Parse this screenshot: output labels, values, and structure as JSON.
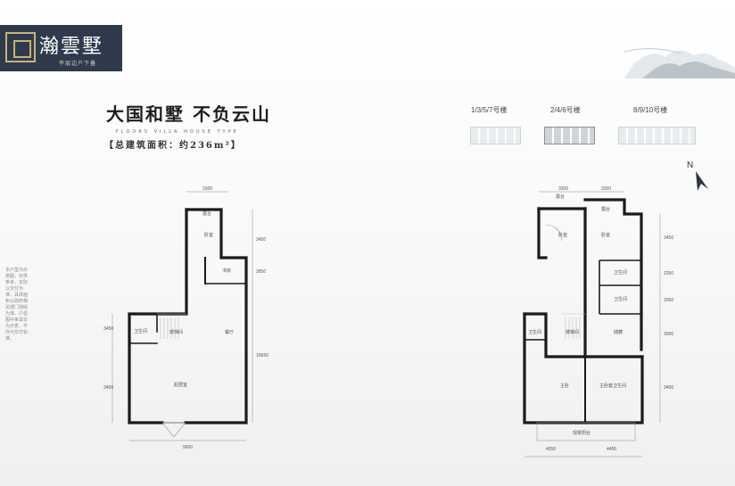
{
  "logo": {
    "brand": "瀚雲墅",
    "tagline": "平层边户下叠"
  },
  "headline": {
    "title": "大国和墅  不负云山",
    "sub_en": "FLOORS VILLA   HOUSE TYPE",
    "area": "【总建筑面积：约236m²】"
  },
  "buildings": [
    {
      "label": "1/3/5/7号楼",
      "active": false
    },
    {
      "label": "2/4/6号楼",
      "active": true
    },
    {
      "label": "8/9/10号楼",
      "active": false
    }
  ],
  "north": "N",
  "left_plan": {
    "rooms": {
      "balcony": "露台",
      "bedroom": "卧室",
      "study": "书房",
      "bath": "卫生间",
      "stair": "楼梯间",
      "hall": "餐厅",
      "living": "起居室"
    },
    "dims": {
      "top": "3300",
      "right1": "3450",
      "right2": "2850",
      "right3": "10650",
      "left1": "3450",
      "left2": "3400",
      "bottom": "9000"
    }
  },
  "right_plan": {
    "rooms": {
      "balcony1": "露台",
      "balcony2": "露台",
      "bedroom1": "卧室",
      "bedroom2": "卧室",
      "bath1": "卫生间",
      "bath2": "卫生间",
      "bath3": "卫生间",
      "stair": "楼梯间",
      "closet": "储藏",
      "master": "主卧",
      "master_suite": "主卧套卫生间",
      "terrace": "观景阳台"
    },
    "dims": {
      "top1": "3300",
      "top2": "3300",
      "right1": "3450",
      "right2": "2250",
      "right3": "2050",
      "right4": "3000",
      "right5": "3400",
      "bottom1": "4550",
      "bottom2": "4450"
    }
  },
  "sidebar_text": "本户型为示意图，仅供参考，实际以交付为准，具体面积以政府相关部门测绘为准。户型图中家具仅为示意，不作为交付标准。"
}
